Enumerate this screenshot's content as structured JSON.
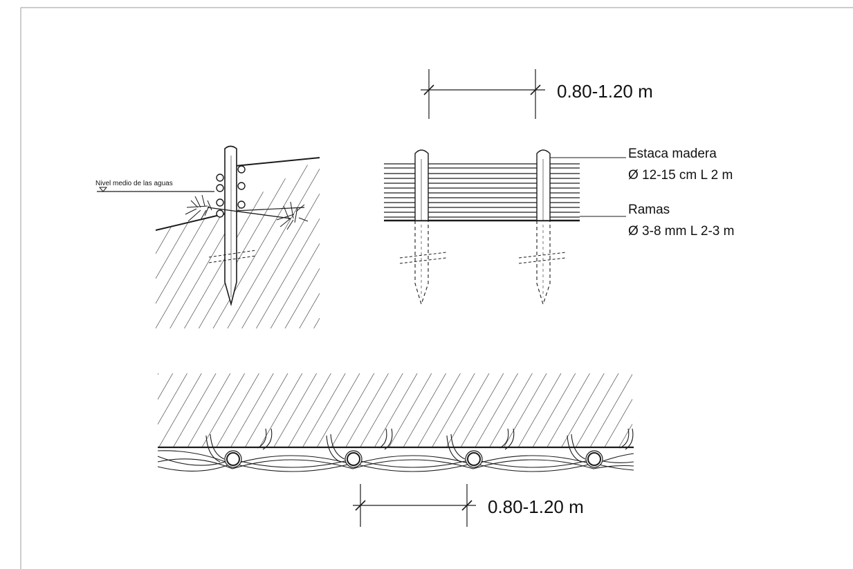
{
  "colors": {
    "ink": "#1a1a1a",
    "frame": "#9a9a9a",
    "background": "#ffffff"
  },
  "section_view": {
    "water_level_label": "Nivel medio de las aguas"
  },
  "elevation_view": {
    "spacing_label": "0.80-1.20 m",
    "stake_label": "Estaca madera",
    "stake_spec": "Ø 12-15 cm  L 2 m",
    "branches_label": "Ramas",
    "branches_spec": "Ø 3-8 mm L 2-3 m"
  },
  "plan_view": {
    "spacing_label": "0.80-1.20 m"
  }
}
